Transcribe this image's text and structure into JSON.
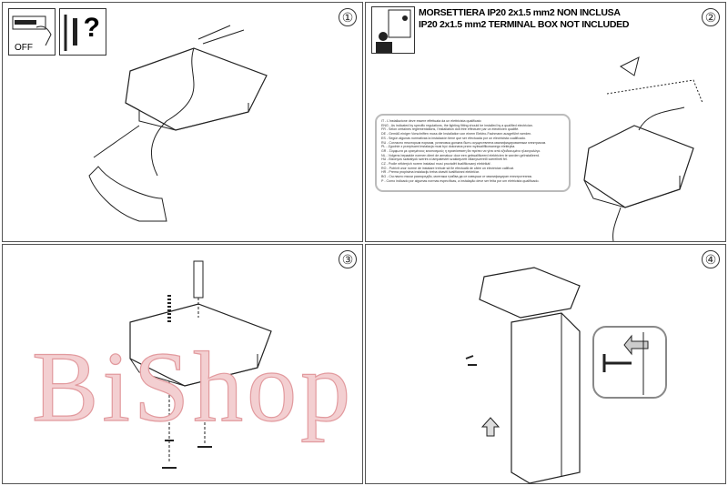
{
  "steps": [
    {
      "number": "①"
    },
    {
      "number": "②"
    },
    {
      "number": "③"
    },
    {
      "number": "④"
    }
  ],
  "step1": {
    "switch_label": "OFF",
    "question_mark": "?"
  },
  "step2": {
    "header_it": "MORSETTIERA IP20 2x1.5 mm2 NON INCLUSA",
    "header_en": "IP20 2x1.5 mm2 TERMINAL BOX NOT INCLUDED",
    "notes": [
      "IT - L'installazione deve essere effettuata da un elettricista qualificato",
      "ENG - As indicated by specific regulations, the lighting fitting should be installed by a qualified electrician.",
      "FR - Selon certaines réglementations, l'installation doit être effectuée par un électricien qualifié.",
      "DE - Gemäß einiger Vorschriften muss die Installation von einem Elektro-Fachmann ausgeführt werden.",
      "ES - Según algunas normativas la instalación tiene que ser efectuada por un electricista cualificado.",
      "RU - Согласно некоторым нормам, установка должна быть осуществлена квалифицированным электриком.",
      "PL - Zgodnie z przepisami instalacja musi być dokonana przez wykwalifikowanego elektryka.",
      "GR - Σύμφωνα με ορισμένους κανονισμούς η εγκατάσταση θα πρέπει να γίνει από εξειδικευμένο ηλεκτρολόγο.",
      "NL - Volgens bepaalde normen dient de armatuur door een gekwalificeerd elektricien te worden geïnstalleerd.",
      "HU - Bizonyos szabályok szerint a lámpatestet szakképzett villanyszerelő szerelheti fel.",
      "CZ - Podle některých norem instalaci musí provádět kvalifikovaný elektrikář.",
      "RO - Potrivit unor norme de instalare trebuie să fie efectuată de către un electrician calificat.",
      "HR - Prema propisima instalaciju treba obaviti kvalificirani električar.",
      "BG - Съгласно някои разпоредби, монтажа трябва да се извърши от квалифициран електротехник.",
      "P - Como indicado por algumas normas específicas, a instalação deve ser feita por um eletricista qualificado."
    ]
  },
  "watermark": "BiShop",
  "colors": {
    "line": "#222222",
    "watermark": "#e8a5a8",
    "note_border": "#bbbbbb"
  }
}
